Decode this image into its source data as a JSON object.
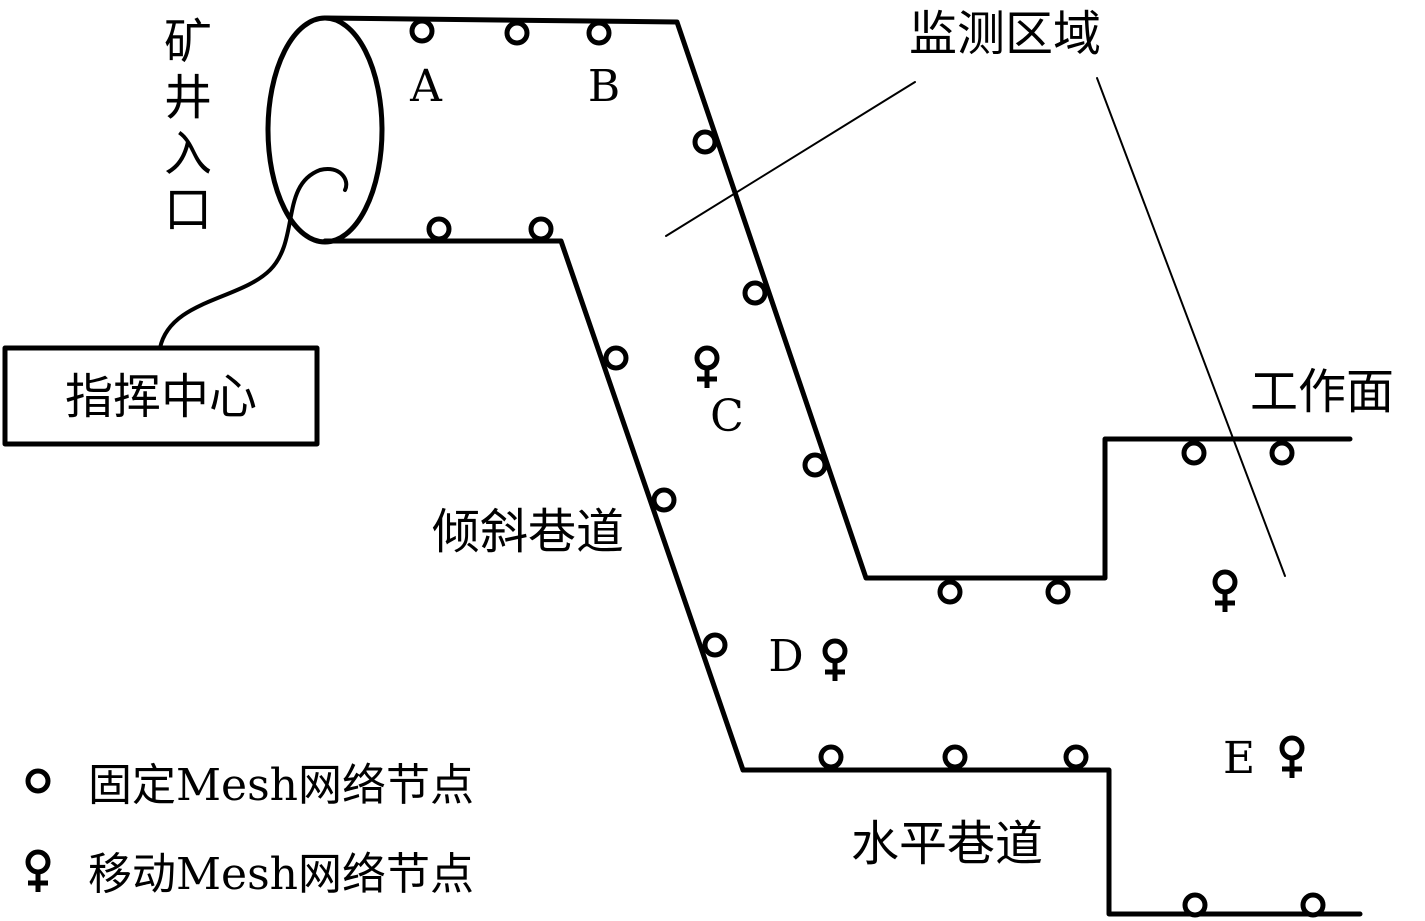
{
  "labels": {
    "mine_entrance": [
      "矿",
      "井",
      "入",
      "口"
    ],
    "command_center": "指挥中心",
    "monitoring_area": "监测区域",
    "working_face": "工作面",
    "inclined_roadway": "倾斜巷道",
    "horizontal_roadway": "水平巷道"
  },
  "node_letters": {
    "A": "A",
    "B": "B",
    "C": "C",
    "D": "D",
    "E": "E"
  },
  "legend": {
    "fixed": "固定Mesh网络节点",
    "mobile": "移动Mesh网络节点"
  },
  "colors": {
    "line": "#000000",
    "background": "#ffffff"
  }
}
